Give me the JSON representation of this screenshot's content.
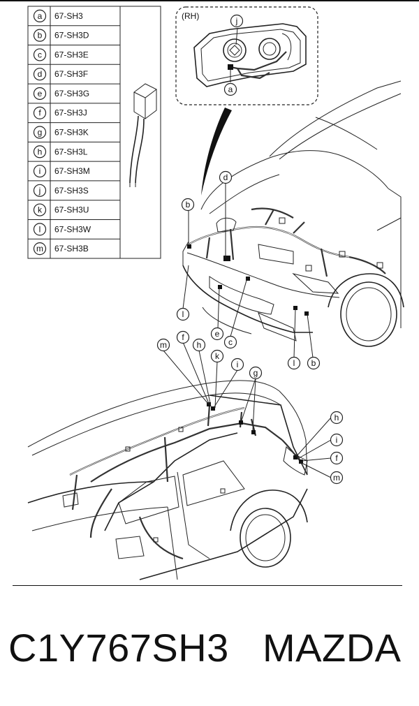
{
  "legend": {
    "items": [
      {
        "letter": "a",
        "code": "67-SH3"
      },
      {
        "letter": "b",
        "code": "67-SH3D"
      },
      {
        "letter": "c",
        "code": "67-SH3E"
      },
      {
        "letter": "d",
        "code": "67-SH3F"
      },
      {
        "letter": "e",
        "code": "67-SH3G"
      },
      {
        "letter": "f",
        "code": "67-SH3J"
      },
      {
        "letter": "g",
        "code": "67-SH3K"
      },
      {
        "letter": "h",
        "code": "67-SH3L"
      },
      {
        "letter": "i",
        "code": "67-SH3M"
      },
      {
        "letter": "j",
        "code": "67-SH3S"
      },
      {
        "letter": "k",
        "code": "67-SH3U"
      },
      {
        "letter": "l",
        "code": "67-SH3W"
      },
      {
        "letter": "m",
        "code": "67-SH3B"
      }
    ]
  },
  "detail": {
    "label": "(RH)",
    "callouts": [
      "j",
      "a"
    ]
  },
  "front_callouts": [
    "b",
    "d",
    "l",
    "e",
    "c",
    "l",
    "b"
  ],
  "rear_callouts": [
    "m",
    "f",
    "h",
    "k",
    "i",
    "g",
    "h",
    "i",
    "f",
    "m"
  ],
  "footer": {
    "part_number": "C1Y767SH3",
    "brand": "MAZDA"
  }
}
